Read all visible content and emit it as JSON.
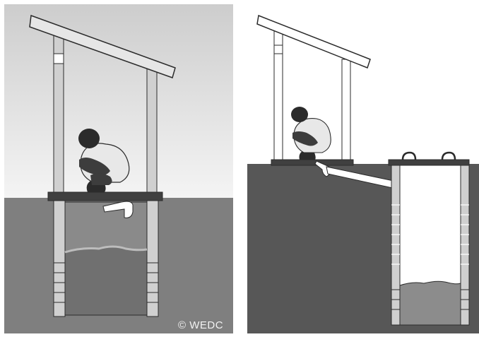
{
  "copyright": "© WEDC",
  "panels": [
    {
      "name": "direct-pit-latrine",
      "ground": "#808080",
      "sky_top": "#d9d9d9",
      "sky_bottom": "#f5f5f5"
    },
    {
      "name": "offset-pit-latrine",
      "ground": "#595959",
      "sky": "#ffffff"
    }
  ],
  "colors": {
    "outline": "#2b2b2b",
    "post": "#cfcfcf",
    "slab": "#404040",
    "pit_fill": "#9a9a9a",
    "waste": "#707070"
  }
}
